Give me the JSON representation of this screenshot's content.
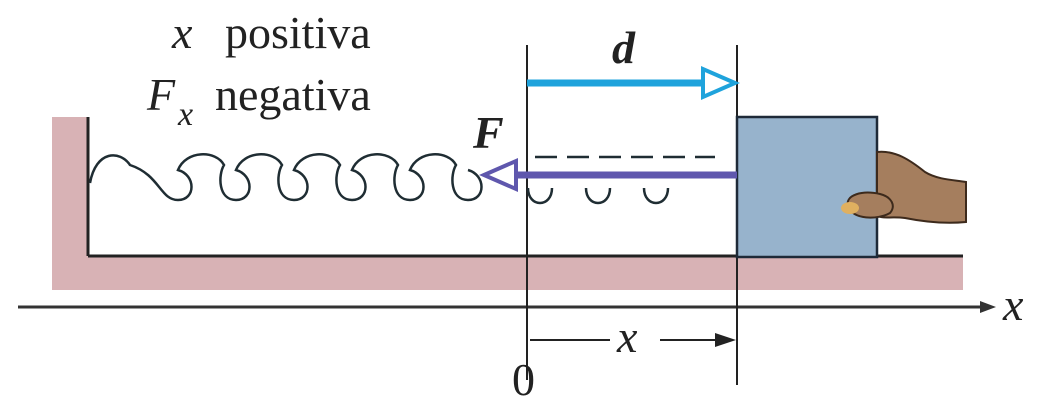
{
  "labels": {
    "x_var": "x",
    "x_state": "positiva",
    "f_var": "F",
    "f_sub": "x",
    "f_state": "negativa",
    "displacement": "d",
    "force": "F",
    "axis_name": "x",
    "origin": "0",
    "position": "x"
  },
  "colors": {
    "wall": "#d8b2b5",
    "block": "#97b3cc",
    "block_edge": "#1e2a38",
    "displacement_arrow": "#1fa3dc",
    "force_arrow": "#5f57ad",
    "spring": "#1f2d33",
    "hand": "#a57e5e"
  },
  "icons": {
    "hand": "hand-pushing-icon"
  }
}
